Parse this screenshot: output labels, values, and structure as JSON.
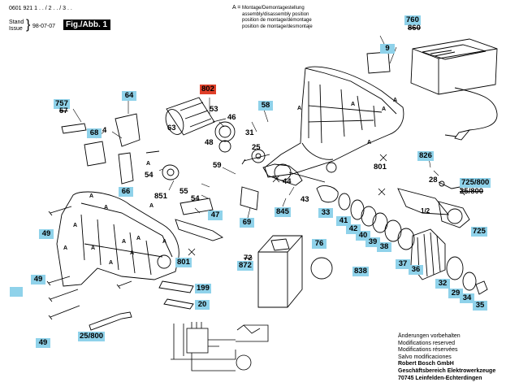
{
  "header": {
    "doc_number": "0601 921 1 . . / 2 . . / 3 . .",
    "stand_label": "Stand",
    "issue_label": "Issue",
    "date": "98-07-07",
    "figure_label": "Fig./Abb. 1"
  },
  "legend_note": {
    "marker": "A =",
    "lines": [
      "Montage/Demontagestellung",
      "assembly/disassembly position",
      "position de montage/démontage",
      "position de montage/desmontaje"
    ]
  },
  "footer": {
    "lines": [
      "Änderungen vorbehalten",
      "Modifications reserved",
      "Modifications réservées",
      "Salvo modificaciones"
    ],
    "company": "Robert Bosch GmbH",
    "division": "Geschäftsbereich Elektrowerkzeuge",
    "address": "70745 Leinfelden-Echterdingen"
  },
  "part_tags": [
    "757",
    "57",
    "64",
    "68",
    "4",
    "63",
    "802",
    "53",
    "46",
    "58",
    "31",
    "25",
    "48",
    "9",
    "760",
    "860",
    "54",
    "851",
    "59",
    "55",
    "54",
    "47",
    "66",
    "69",
    "76",
    "72",
    "872",
    "49",
    "49",
    "49",
    "199",
    "20",
    "801",
    "25/800",
    "44",
    "845",
    "33",
    "43",
    "41",
    "42",
    "40",
    "39",
    "38",
    "36",
    "37",
    "838",
    "32",
    "29",
    "34",
    "35",
    "826",
    "28",
    "725/800",
    "25/800",
    "1/2",
    "725",
    "801",
    "A",
    "A",
    "A",
    "A",
    "A",
    "A",
    "A",
    "A",
    "A",
    "A",
    "A",
    "A",
    "A",
    "A",
    "A",
    "A",
    "A"
  ],
  "colors": {
    "tag_fill": "#8fd2ea",
    "tag_highlight": "#e0402a",
    "ink": "#000000"
  }
}
